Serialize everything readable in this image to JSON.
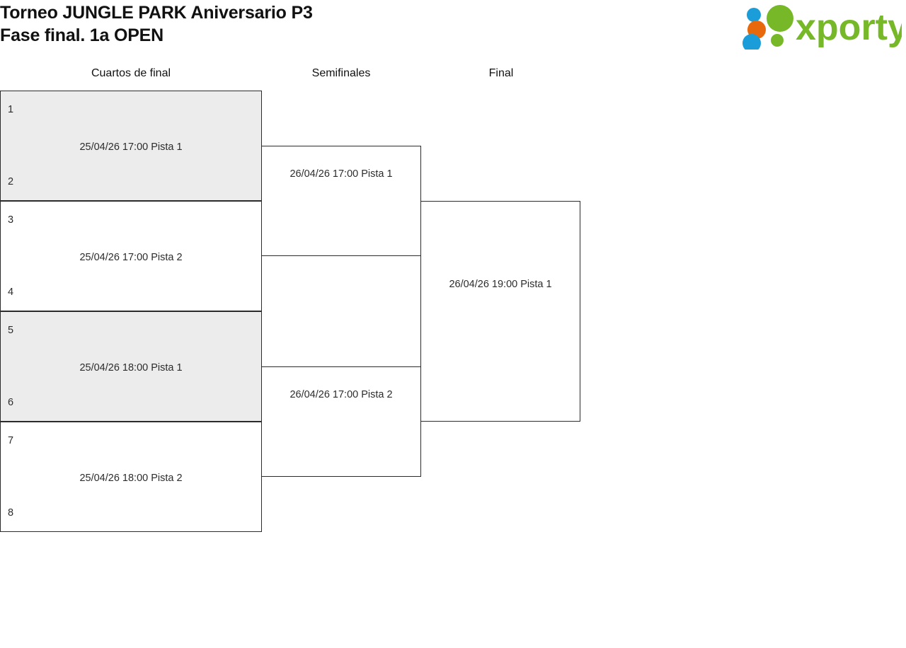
{
  "header": {
    "title_line1": "Torneo JUNGLE PARK Aniversario P3",
    "title_line2": "Fase final. 1a OPEN",
    "logo_text": "xporty",
    "logo_colors": {
      "green": "#76b828",
      "orange": "#e8690b",
      "blue": "#1b9dd9"
    }
  },
  "rounds": [
    {
      "label": "Cuartos de final"
    },
    {
      "label": "Semifinales"
    },
    {
      "label": "Final"
    }
  ],
  "bracket": {
    "quarterfinals": [
      {
        "seed_top": "1",
        "seed_bottom": "2",
        "info": "25/04/26 17:00 Pista 1",
        "shaded": true
      },
      {
        "seed_top": "3",
        "seed_bottom": "4",
        "info": "25/04/26 17:00 Pista 2",
        "shaded": false
      },
      {
        "seed_top": "5",
        "seed_bottom": "6",
        "info": "25/04/26 18:00 Pista 1",
        "shaded": true
      },
      {
        "seed_top": "7",
        "seed_bottom": "8",
        "info": "25/04/26 18:00 Pista 2",
        "shaded": false
      }
    ],
    "semifinals": [
      {
        "info": "26/04/26 17:00 Pista 1",
        "shaded": false
      },
      {
        "info": "26/04/26 17:00 Pista 2",
        "shaded": false
      }
    ],
    "final": [
      {
        "info": "26/04/26 19:00 Pista 1",
        "shaded": false
      }
    ]
  }
}
